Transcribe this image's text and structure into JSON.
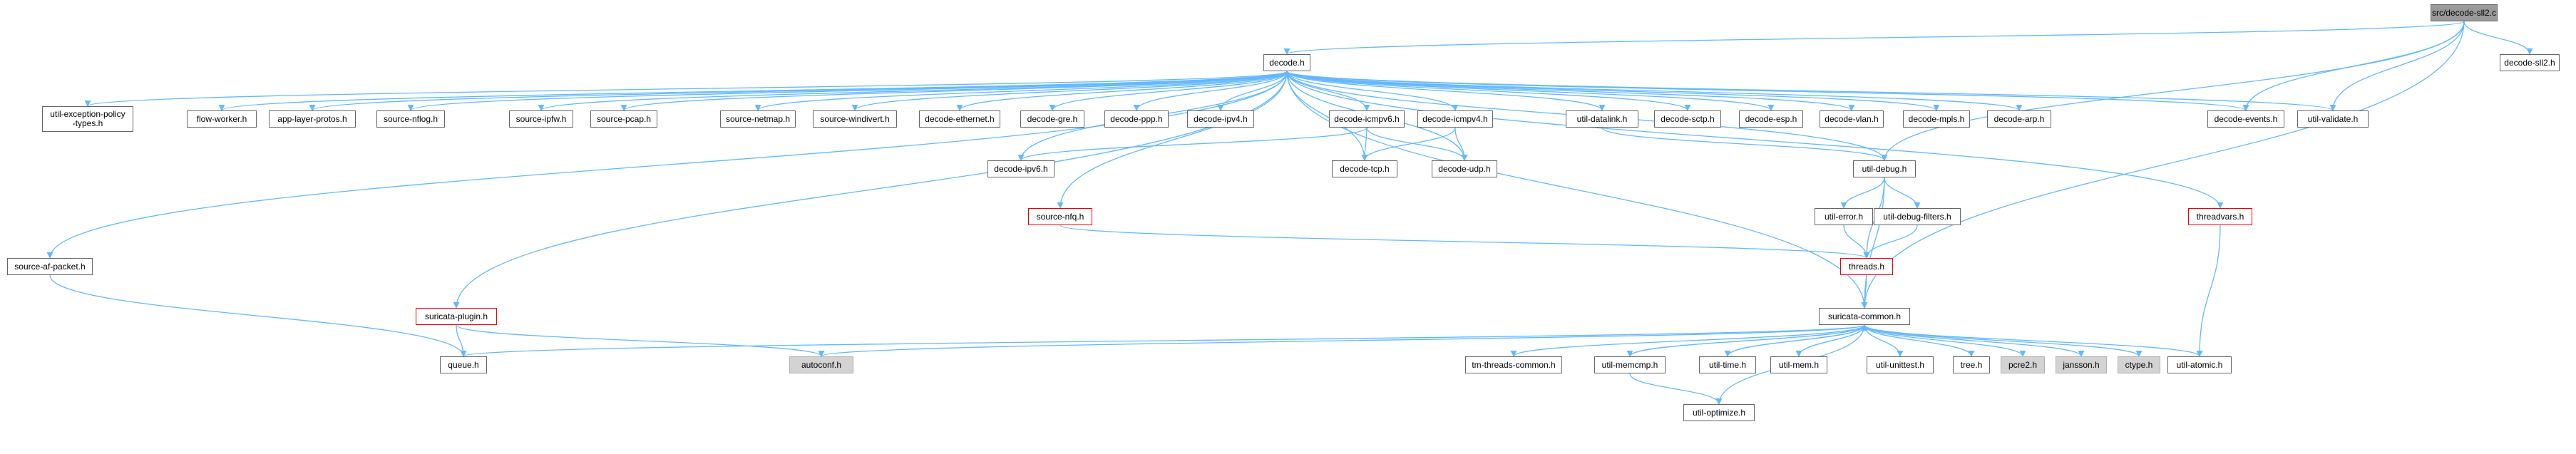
{
  "diagram": {
    "type": "include-dependency-graph",
    "root": "src/decode-sll2.c",
    "colors": {
      "edge": "#63b8ff",
      "root_fill": "#9a9a9a",
      "incomplete_border": "#ee0000",
      "system_header_fill": "#d3d3d3"
    },
    "nodes": [
      {
        "id": "decode-sll2-c",
        "label": "src/decode-sll2.c",
        "kind": "root"
      },
      {
        "id": "decode-h",
        "label": "decode.h",
        "kind": "normal"
      },
      {
        "id": "decode-sll2-h",
        "label": "decode-sll2.h",
        "kind": "normal"
      },
      {
        "id": "util-exception-policy-types-h",
        "label": "util-exception-policy\n-types.h",
        "kind": "normal"
      },
      {
        "id": "flow-worker-h",
        "label": "flow-worker.h",
        "kind": "normal"
      },
      {
        "id": "app-layer-protos-h",
        "label": "app-layer-protos.h",
        "kind": "normal"
      },
      {
        "id": "source-nflog-h",
        "label": "source-nflog.h",
        "kind": "normal"
      },
      {
        "id": "source-ipfw-h",
        "label": "source-ipfw.h",
        "kind": "normal"
      },
      {
        "id": "source-pcap-h",
        "label": "source-pcap.h",
        "kind": "normal"
      },
      {
        "id": "source-netmap-h",
        "label": "source-netmap.h",
        "kind": "normal"
      },
      {
        "id": "source-windivert-h",
        "label": "source-windivert.h",
        "kind": "normal"
      },
      {
        "id": "decode-ethernet-h",
        "label": "decode-ethernet.h",
        "kind": "normal"
      },
      {
        "id": "decode-gre-h",
        "label": "decode-gre.h",
        "kind": "normal"
      },
      {
        "id": "decode-ppp-h",
        "label": "decode-ppp.h",
        "kind": "normal"
      },
      {
        "id": "decode-ipv4-h",
        "label": "decode-ipv4.h",
        "kind": "normal"
      },
      {
        "id": "decode-icmpv6-h",
        "label": "decode-icmpv6.h",
        "kind": "normal"
      },
      {
        "id": "decode-icmpv4-h",
        "label": "decode-icmpv4.h",
        "kind": "normal"
      },
      {
        "id": "util-datalink-h",
        "label": "util-datalink.h",
        "kind": "normal"
      },
      {
        "id": "decode-sctp-h",
        "label": "decode-sctp.h",
        "kind": "normal"
      },
      {
        "id": "decode-esp-h",
        "label": "decode-esp.h",
        "kind": "normal"
      },
      {
        "id": "decode-vlan-h",
        "label": "decode-vlan.h",
        "kind": "normal"
      },
      {
        "id": "decode-mpls-h",
        "label": "decode-mpls.h",
        "kind": "normal"
      },
      {
        "id": "decode-arp-h",
        "label": "decode-arp.h",
        "kind": "normal"
      },
      {
        "id": "decode-events-h",
        "label": "decode-events.h",
        "kind": "normal"
      },
      {
        "id": "util-validate-h",
        "label": "util-validate.h",
        "kind": "normal"
      },
      {
        "id": "decode-ipv6-h",
        "label": "decode-ipv6.h",
        "kind": "normal"
      },
      {
        "id": "decode-tcp-h",
        "label": "decode-tcp.h",
        "kind": "normal"
      },
      {
        "id": "decode-udp-h",
        "label": "decode-udp.h",
        "kind": "normal"
      },
      {
        "id": "util-debug-h",
        "label": "util-debug.h",
        "kind": "normal"
      },
      {
        "id": "source-nfq-h",
        "label": "source-nfq.h",
        "kind": "incomplete"
      },
      {
        "id": "threadvars-h",
        "label": "threadvars.h",
        "kind": "incomplete"
      },
      {
        "id": "util-error-h",
        "label": "util-error.h",
        "kind": "normal"
      },
      {
        "id": "util-debug-filters-h",
        "label": "util-debug-filters.h",
        "kind": "normal"
      },
      {
        "id": "source-af-packet-h",
        "label": "source-af-packet.h",
        "kind": "normal"
      },
      {
        "id": "threads-h",
        "label": "threads.h",
        "kind": "incomplete"
      },
      {
        "id": "suricata-plugin-h",
        "label": "suricata-plugin.h",
        "kind": "incomplete"
      },
      {
        "id": "suricata-common-h",
        "label": "suricata-common.h",
        "kind": "normal"
      },
      {
        "id": "queue-h",
        "label": "queue.h",
        "kind": "normal"
      },
      {
        "id": "autoconf-h",
        "label": "autoconf.h",
        "kind": "system"
      },
      {
        "id": "tm-threads-common-h",
        "label": "tm-threads-common.h",
        "kind": "normal"
      },
      {
        "id": "util-memcmp-h",
        "label": "util-memcmp.h",
        "kind": "normal"
      },
      {
        "id": "util-time-h",
        "label": "util-time.h",
        "kind": "normal"
      },
      {
        "id": "util-mem-h",
        "label": "util-mem.h",
        "kind": "normal"
      },
      {
        "id": "util-unittest-h",
        "label": "util-unittest.h",
        "kind": "normal"
      },
      {
        "id": "tree-h",
        "label": "tree.h",
        "kind": "normal"
      },
      {
        "id": "pcre2-h",
        "label": "pcre2.h",
        "kind": "system"
      },
      {
        "id": "jansson-h",
        "label": "jansson.h",
        "kind": "system"
      },
      {
        "id": "ctype-h",
        "label": "ctype.h",
        "kind": "system"
      },
      {
        "id": "util-atomic-h",
        "label": "util-atomic.h",
        "kind": "normal"
      },
      {
        "id": "util-optimize-h",
        "label": "util-optimize.h",
        "kind": "normal"
      }
    ],
    "edges": [
      [
        "decode-sll2-c",
        "decode-h"
      ],
      [
        "decode-sll2-c",
        "decode-sll2-h"
      ],
      [
        "decode-sll2-c",
        "decode-events-h"
      ],
      [
        "decode-sll2-c",
        "util-validate-h"
      ],
      [
        "decode-sll2-c",
        "util-debug-h"
      ],
      [
        "decode-sll2-c",
        "suricata-common-h"
      ],
      [
        "decode-h",
        "util-exception-policy-types-h"
      ],
      [
        "decode-h",
        "flow-worker-h"
      ],
      [
        "decode-h",
        "app-layer-protos-h"
      ],
      [
        "decode-h",
        "source-nflog-h"
      ],
      [
        "decode-h",
        "source-ipfw-h"
      ],
      [
        "decode-h",
        "source-pcap-h"
      ],
      [
        "decode-h",
        "source-netmap-h"
      ],
      [
        "decode-h",
        "source-windivert-h"
      ],
      [
        "decode-h",
        "decode-ethernet-h"
      ],
      [
        "decode-h",
        "decode-gre-h"
      ],
      [
        "decode-h",
        "decode-ppp-h"
      ],
      [
        "decode-h",
        "decode-ipv4-h"
      ],
      [
        "decode-h",
        "decode-icmpv6-h"
      ],
      [
        "decode-h",
        "decode-icmpv4-h"
      ],
      [
        "decode-h",
        "util-datalink-h"
      ],
      [
        "decode-h",
        "decode-sctp-h"
      ],
      [
        "decode-h",
        "decode-esp-h"
      ],
      [
        "decode-h",
        "decode-vlan-h"
      ],
      [
        "decode-h",
        "decode-mpls-h"
      ],
      [
        "decode-h",
        "decode-arp-h"
      ],
      [
        "decode-h",
        "decode-events-h"
      ],
      [
        "decode-h",
        "util-validate-h"
      ],
      [
        "decode-h",
        "decode-ipv6-h"
      ],
      [
        "decode-h",
        "decode-tcp-h"
      ],
      [
        "decode-h",
        "decode-udp-h"
      ],
      [
        "decode-h",
        "source-nfq-h"
      ],
      [
        "decode-h",
        "threadvars-h"
      ],
      [
        "decode-h",
        "source-af-packet-h"
      ],
      [
        "decode-h",
        "suricata-plugin-h"
      ],
      [
        "decode-h",
        "util-debug-h"
      ],
      [
        "decode-h",
        "suricata-common-h"
      ],
      [
        "decode-icmpv6-h",
        "decode-ipv6-h"
      ],
      [
        "decode-icmpv6-h",
        "decode-tcp-h"
      ],
      [
        "decode-icmpv6-h",
        "decode-udp-h"
      ],
      [
        "decode-icmpv4-h",
        "decode-tcp-h"
      ],
      [
        "decode-icmpv4-h",
        "decode-udp-h"
      ],
      [
        "util-datalink-h",
        "util-debug-h"
      ],
      [
        "util-debug-h",
        "util-error-h"
      ],
      [
        "util-debug-h",
        "util-debug-filters-h"
      ],
      [
        "util-debug-h",
        "threads-h"
      ],
      [
        "util-debug-h",
        "suricata-common-h"
      ],
      [
        "util-error-h",
        "threads-h"
      ],
      [
        "util-debug-filters-h",
        "threads-h"
      ],
      [
        "source-nfq-h",
        "threads-h"
      ],
      [
        "threads-h",
        "suricata-common-h"
      ],
      [
        "threadvars-h",
        "util-atomic-h"
      ],
      [
        "source-af-packet-h",
        "queue-h"
      ],
      [
        "suricata-plugin-h",
        "queue-h"
      ],
      [
        "suricata-plugin-h",
        "autoconf-h"
      ],
      [
        "suricata-common-h",
        "queue-h"
      ],
      [
        "suricata-common-h",
        "autoconf-h"
      ],
      [
        "suricata-common-h",
        "tm-threads-common-h"
      ],
      [
        "suricata-common-h",
        "util-memcmp-h"
      ],
      [
        "suricata-common-h",
        "util-time-h"
      ],
      [
        "suricata-common-h",
        "util-mem-h"
      ],
      [
        "suricata-common-h",
        "util-unittest-h"
      ],
      [
        "suricata-common-h",
        "tree-h"
      ],
      [
        "suricata-common-h",
        "pcre2-h"
      ],
      [
        "suricata-common-h",
        "jansson-h"
      ],
      [
        "suricata-common-h",
        "ctype-h"
      ],
      [
        "suricata-common-h",
        "util-atomic-h"
      ],
      [
        "suricata-common-h",
        "util-optimize-h"
      ],
      [
        "util-memcmp-h",
        "suricata-common-h"
      ],
      [
        "util-memcmp-h",
        "util-optimize-h"
      ],
      [
        "util-time-h",
        "suricata-common-h"
      ],
      [
        "util-mem-h",
        "suricata-common-h"
      ]
    ]
  }
}
